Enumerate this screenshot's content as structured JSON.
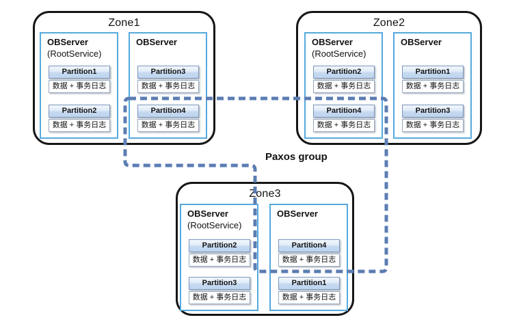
{
  "paxos": {
    "label": "Paxos group"
  },
  "colors": {
    "dash_line": "#5b7db3",
    "server_border": "#55a9dd",
    "zone_border": "#151515",
    "partition_header_fill": "#cfdff3"
  },
  "zones": [
    {
      "title": "Zone1",
      "servers": [
        {
          "title": "OBServer",
          "subtitle": "(RootService)",
          "partitions": [
            {
              "name": "Partition1",
              "detail": "数据 + 事务日志"
            },
            {
              "name": "Partition2",
              "detail": "数据 + 事务日志"
            }
          ]
        },
        {
          "title": "OBServer",
          "subtitle": "",
          "partitions": [
            {
              "name": "Partition3",
              "detail": "数据 + 事务日志"
            },
            {
              "name": "Partition4",
              "detail": "数据 + 事务日志"
            }
          ]
        }
      ]
    },
    {
      "title": "Zone2",
      "servers": [
        {
          "title": "OBServer",
          "subtitle": "(RootService)",
          "partitions": [
            {
              "name": "Partition2",
              "detail": "数据 + 事务日志"
            },
            {
              "name": "Partition4",
              "detail": "数据 + 事务日志"
            }
          ]
        },
        {
          "title": "OBServer",
          "subtitle": "",
          "partitions": [
            {
              "name": "Partition1",
              "detail": "数据 + 事务日志"
            },
            {
              "name": "Partition3",
              "detail": "数据 + 事务日志"
            }
          ]
        }
      ]
    },
    {
      "title": "Zone3",
      "servers": [
        {
          "title": "OBServer",
          "subtitle": "(RootService)",
          "partitions": [
            {
              "name": "Partition2",
              "detail": "数据 + 事务日志"
            },
            {
              "name": "Partition3",
              "detail": "数据 + 事务日志"
            }
          ]
        },
        {
          "title": "OBServer",
          "subtitle": "",
          "partitions": [
            {
              "name": "Partition4",
              "detail": "数据 + 事务日志"
            },
            {
              "name": "Partition1",
              "detail": "数据 + 事务日志"
            }
          ]
        }
      ]
    }
  ]
}
